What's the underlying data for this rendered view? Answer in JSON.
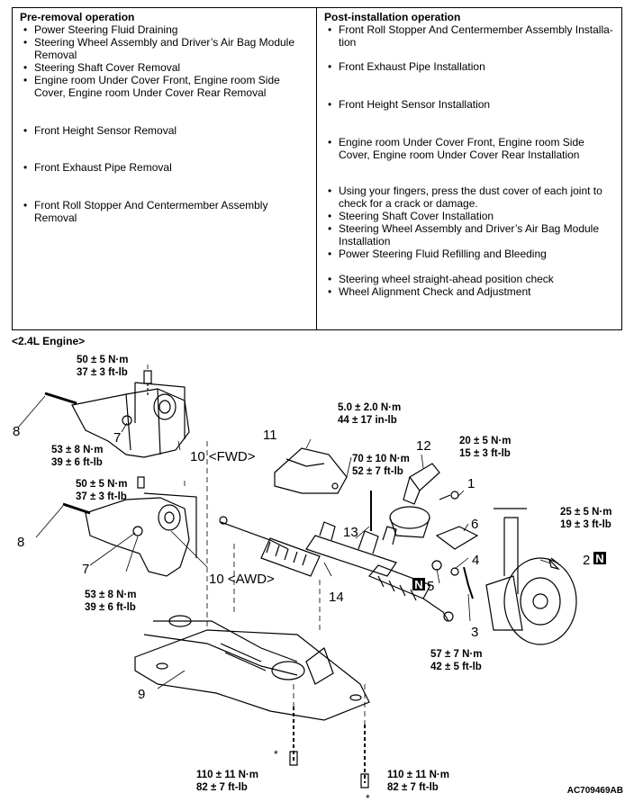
{
  "table": {
    "pre_title": "Pre-removal operation",
    "post_title": "Post-installation operation",
    "pre_items": [
      [
        "Power Steering Fluid Draining"
      ],
      [
        "Steering Wheel Assembly and Driver’s Air Bag Module",
        "Removal"
      ],
      [
        "Steering Shaft Cover Removal"
      ],
      [
        "Engine room Under Cover Front, Engine room Side",
        "Cover, Engine room Under Cover Rear Removal"
      ],
      [
        "Front Height Sensor Removal"
      ],
      [
        "Front Exhaust Pipe Removal"
      ],
      [
        "Front Roll Stopper And Centermember Assembly",
        "Removal"
      ]
    ],
    "post_items": [
      [
        "Front Roll Stopper And Centermember Assembly Installa-",
        "tion"
      ],
      [
        "Front Exhaust Pipe Installation"
      ],
      [
        "Front Height Sensor Installation"
      ],
      [
        "Engine room Under Cover Front, Engine room Side",
        "Cover, Engine room Under Cover Rear Installation"
      ],
      [
        "Using your fingers, press the dust cover of each joint to",
        "check for a crack or damage."
      ],
      [
        "Steering Shaft Cover Installation"
      ],
      [
        "Steering Wheel Assembly and Driver’s Air Bag Module",
        "Installation"
      ],
      [
        "Power Steering Fluid Refilling and Bleeding"
      ],
      [
        "Steering wheel straight-ahead position check"
      ],
      [
        "Wheel Alignment Check and Adjustment"
      ]
    ]
  },
  "subtitle": "<2.4L Engine>",
  "diagram": {
    "torques": {
      "t50a": [
        "50 ± 5 N·m",
        "37 ± 3 ft-lb"
      ],
      "t53a": [
        "53 ± 8 N·m",
        "39 ± 6 ft-lb"
      ],
      "t50b": [
        "50 ± 5 N·m",
        "37 ± 3 ft-lb"
      ],
      "t53b": [
        "53 ± 8 N·m",
        "39 ± 6 ft-lb"
      ],
      "t5": [
        "5.0 ± 2.0 N·m",
        "44 ± 17 in-lb"
      ],
      "t70": [
        "70 ± 10 N·m",
        "52 ± 7 ft-lb"
      ],
      "t20": [
        "20 ± 5 N·m",
        "15 ± 3 ft-lb"
      ],
      "t25": [
        "25 ± 5 N·m",
        "19 ± 3 ft-lb"
      ],
      "t57": [
        "57 ± 7 N·m",
        "42 ± 5 ft-lb"
      ],
      "t110a": [
        "110 ± 11 N·m",
        "82 ± 7 ft-lb"
      ],
      "t110b": [
        "110 ± 11 N·m",
        "82 ± 7 ft-lb"
      ]
    },
    "callouts": {
      "c1": "1",
      "c2": "2",
      "c3": "3",
      "c4": "4",
      "c5": "5",
      "c6": "6",
      "c7a": "7",
      "c7b": "7",
      "c8a": "8",
      "c8b": "8",
      "c9": "9",
      "c10fwd": "10 <FWD>",
      "c10awd": "10 <AWD>",
      "c11": "11",
      "c12": "12",
      "c13": "13",
      "c14": "14"
    },
    "n_marks": [
      "N",
      "N"
    ],
    "asterisks": [
      "*",
      "*"
    ],
    "figure_id": "AC709469AB"
  }
}
